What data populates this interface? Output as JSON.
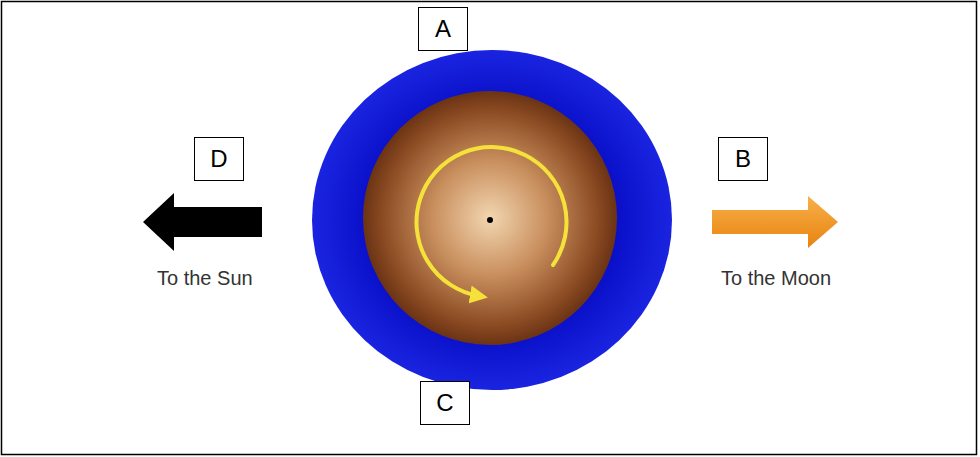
{
  "diagram": {
    "nodes": [
      {
        "text": [
          "A"
        ]
      },
      {
        "text": [
          "D"
        ]
      },
      {
        "text": [
          "B"
        ]
      },
      {
        "text": [
          "C"
        ]
      }
    ],
    "labels": [
      "To the Sun",
      "To the Moon"
    ]
  }
}
